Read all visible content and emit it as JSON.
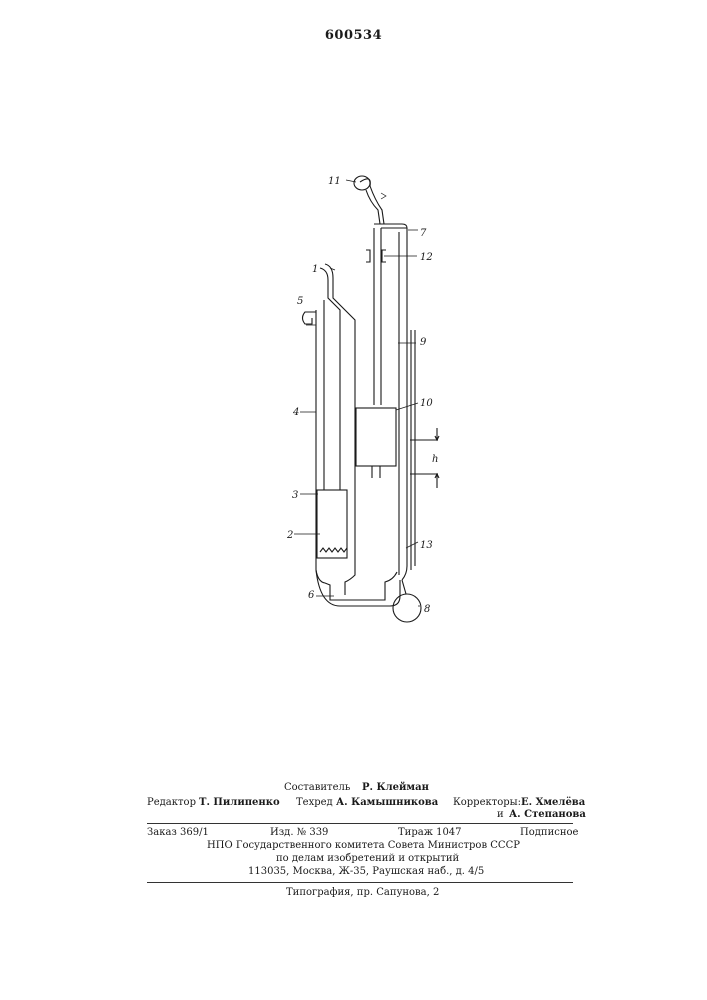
{
  "header": {
    "patent_number": "600534"
  },
  "drawing": {
    "labels": {
      "l1": "1",
      "l2": "2",
      "l3": "3",
      "l4": "4",
      "l5": "5",
      "l6": "6",
      "l7": "7",
      "l8": "8",
      "l9": "9",
      "l10": "10",
      "l11": "11",
      "l12": "12",
      "l13": "13",
      "h": "h"
    }
  },
  "imprint": {
    "compiler_label": "Составитель",
    "compiler_name": "Р. Клейман",
    "editor_label": "Редактор",
    "editor_name": "Т. Пилипенко",
    "techred_label": "Техред",
    "techred_name": "А. Камышникова",
    "correctors_label": "Корректоры:",
    "corrector_1": "Е. Хмелёва",
    "corrector_2_prefix": "и",
    "corrector_2": "А. Степанова",
    "order": "Заказ 369/1",
    "edition": "Изд. № 339",
    "circulation": "Тираж 1047",
    "subscription": "Подписное",
    "org_line_1": "НПО Государственного комитета Совета Министров СССР",
    "org_line_2": "по делам изобретений и открытий",
    "address": "113035, Москва, Ж-35, Раушская наб., д. 4/5",
    "printer": "Типография, пр. Сапунова, 2"
  }
}
